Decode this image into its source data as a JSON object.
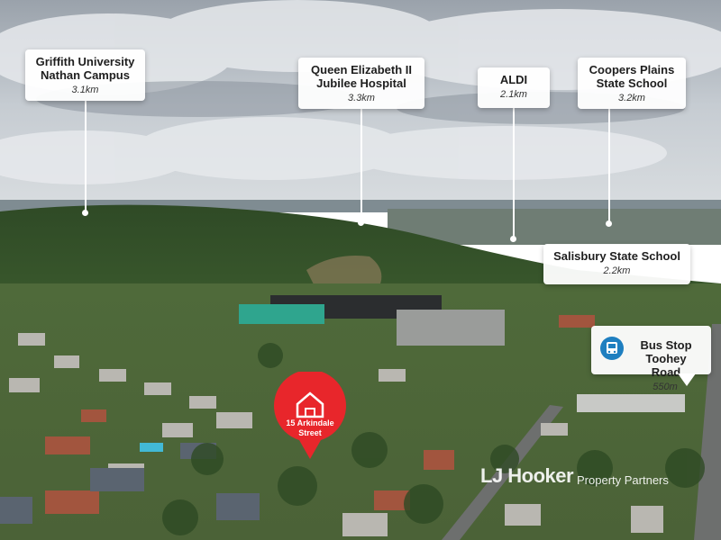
{
  "labels": {
    "griffith": {
      "title": "Griffith University Nathan Campus",
      "distance": "3.1km"
    },
    "qeii": {
      "title": "Queen Elizabeth II Jubilee Hospital",
      "distance": "3.3km"
    },
    "aldi": {
      "title": "ALDI",
      "distance": "2.1km"
    },
    "coopers": {
      "title": "Coopers Plains State School",
      "distance": "3.2km"
    },
    "salisbury": {
      "title": "Salisbury State School",
      "distance": "2.2km"
    },
    "bus": {
      "title": "Bus Stop Toohey Road",
      "distance": "550m"
    }
  },
  "property": {
    "address": "15 Arkindale Street"
  },
  "watermark": {
    "brand": "LJ Hooker",
    "sub": "Property Partners"
  },
  "colors": {
    "pin_red": "#e8262b",
    "bus_blue": "#1e7fc0"
  },
  "icons": {
    "pin": "house-pin-icon",
    "bus": "bus-icon",
    "arrow": "arrow-right-icon"
  }
}
